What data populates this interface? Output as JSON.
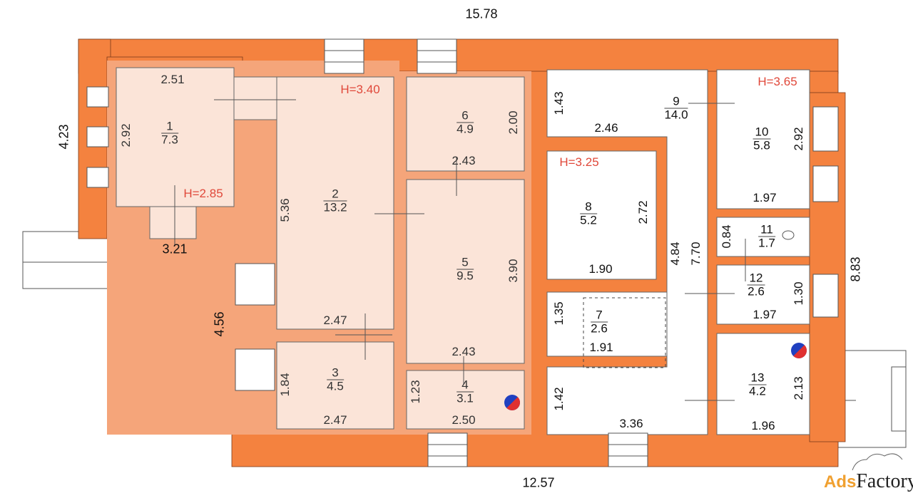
{
  "plan": {
    "outer_dimensions": {
      "top": "15.78",
      "bottom": "12.57",
      "left": "4.23",
      "right": "8.83",
      "left_lower": "4.56",
      "entrance": "3.21"
    },
    "heights": [
      "H=3.40",
      "H=2.85",
      "H=3.25",
      "H=3.65"
    ],
    "rooms": [
      {
        "number": "1",
        "area": "7.3",
        "dims": [
          "2.51",
          "2.92"
        ]
      },
      {
        "number": "2",
        "area": "13.2",
        "dims": [
          "5.36",
          "2.47"
        ]
      },
      {
        "number": "3",
        "area": "4.5",
        "dims": [
          "1.84",
          "2.47"
        ]
      },
      {
        "number": "4",
        "area": "3.1",
        "dims": [
          "1.23",
          "2.50"
        ]
      },
      {
        "number": "5",
        "area": "9.5",
        "dims": [
          "3.90",
          "2.43"
        ]
      },
      {
        "number": "6",
        "area": "4.9",
        "dims": [
          "2.00",
          "2.43"
        ]
      },
      {
        "number": "7",
        "area": "2.6",
        "dims": [
          "1.35",
          "1.91"
        ]
      },
      {
        "number": "8",
        "area": "5.2",
        "dims": [
          "2.72",
          "1.90"
        ]
      },
      {
        "number": "9",
        "area": "14.0",
        "dims": [
          "1.43",
          "2.46",
          "4.84",
          "7.70",
          "1.42",
          "3.36"
        ]
      },
      {
        "number": "10",
        "area": "5.8",
        "dims": [
          "2.92",
          "1.97"
        ]
      },
      {
        "number": "11",
        "area": "1.7",
        "dims": [
          "0.84"
        ]
      },
      {
        "number": "12",
        "area": "2.6",
        "dims": [
          "1.30",
          "1.97"
        ]
      },
      {
        "number": "13",
        "area": "4.2",
        "dims": [
          "2.13",
          "1.96"
        ]
      }
    ],
    "colors": {
      "wall": "#f4823f",
      "inner": "#f5a57a",
      "room_beige": "#fbe4d8",
      "room_white": "#ffffff"
    }
  },
  "watermark": {
    "ads": "Ads",
    "factory": "Factory"
  }
}
